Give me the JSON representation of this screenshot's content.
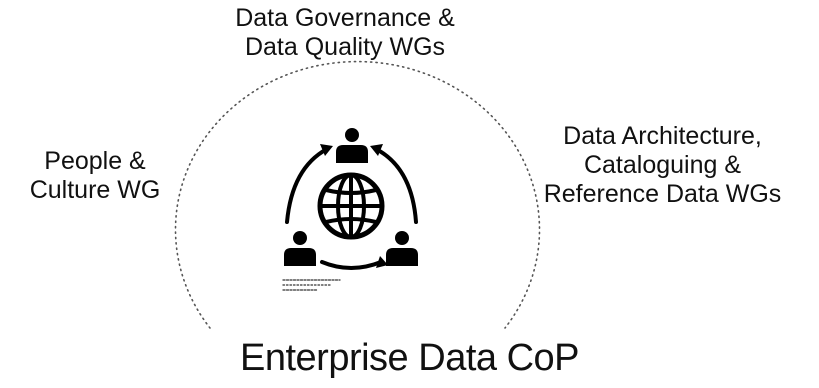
{
  "diagram": {
    "central_icon": "community-globe-people-icon",
    "ring_style": "dotted",
    "nodes": [
      {
        "id": "top",
        "lines": [
          "Data Governance &",
          "Data Quality WGs"
        ]
      },
      {
        "id": "left",
        "lines": [
          "People &",
          "Culture WG"
        ]
      },
      {
        "id": "right",
        "lines": [
          "Data Architecture,",
          "Cataloguing &",
          "Reference Data WGs"
        ]
      }
    ],
    "title": "Enterprise Data CoP"
  },
  "colors": {
    "text": "#111111",
    "icon": "#000000",
    "ring": "#555555",
    "background": "#ffffff"
  }
}
